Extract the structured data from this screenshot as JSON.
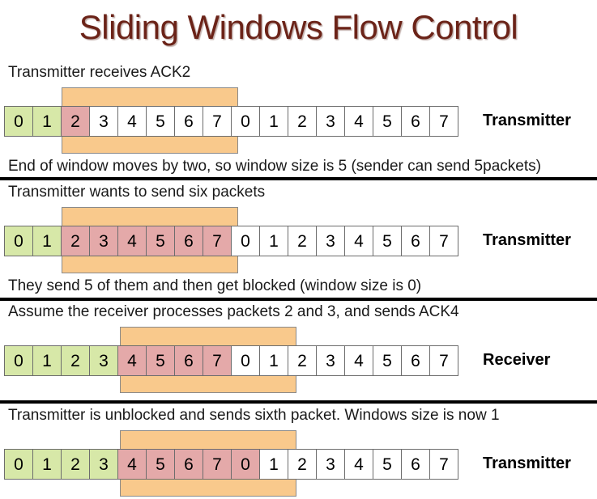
{
  "title": "Sliding Windows Flow Control",
  "theme": {
    "title_color": "#6b2318",
    "cell_green": "#d7e8a8",
    "cell_pink": "#e4a9a9",
    "cell_white": "#ffffff",
    "window_orange": "#f9c98c",
    "cell_border": "#6d6d6d",
    "rule_color": "#000000"
  },
  "sections": [
    {
      "id": "section-1",
      "caption_top": "Transmitter receives ACK2",
      "caption_bottom": "End of window moves by two, so window size is 5 (sender can send 5packets)",
      "role_label": "Transmitter",
      "window": {
        "start_index": 2,
        "span": 6
      },
      "cells": [
        {
          "label": "0",
          "fill": "green"
        },
        {
          "label": "1",
          "fill": "green"
        },
        {
          "label": "2",
          "fill": "pink"
        },
        {
          "label": "3",
          "fill": "white"
        },
        {
          "label": "4",
          "fill": "white"
        },
        {
          "label": "5",
          "fill": "white"
        },
        {
          "label": "6",
          "fill": "white"
        },
        {
          "label": "7",
          "fill": "white"
        },
        {
          "label": "0",
          "fill": "white"
        },
        {
          "label": "1",
          "fill": "white"
        },
        {
          "label": "2",
          "fill": "white"
        },
        {
          "label": "3",
          "fill": "white"
        },
        {
          "label": "4",
          "fill": "white"
        },
        {
          "label": "5",
          "fill": "white"
        },
        {
          "label": "6",
          "fill": "white"
        },
        {
          "label": "7",
          "fill": "white"
        }
      ]
    },
    {
      "id": "section-2",
      "caption_top": "Transmitter wants to send six packets",
      "caption_bottom": "They send 5 of them and then get blocked (window size is 0)",
      "role_label": "Transmitter",
      "window": {
        "start_index": 2,
        "span": 6
      },
      "cells": [
        {
          "label": "0",
          "fill": "green"
        },
        {
          "label": "1",
          "fill": "green"
        },
        {
          "label": "2",
          "fill": "pink"
        },
        {
          "label": "3",
          "fill": "pink"
        },
        {
          "label": "4",
          "fill": "pink"
        },
        {
          "label": "5",
          "fill": "pink"
        },
        {
          "label": "6",
          "fill": "pink"
        },
        {
          "label": "7",
          "fill": "pink"
        },
        {
          "label": "0",
          "fill": "white"
        },
        {
          "label": "1",
          "fill": "white"
        },
        {
          "label": "2",
          "fill": "white"
        },
        {
          "label": "3",
          "fill": "white"
        },
        {
          "label": "4",
          "fill": "white"
        },
        {
          "label": "5",
          "fill": "white"
        },
        {
          "label": "6",
          "fill": "white"
        },
        {
          "label": "7",
          "fill": "white"
        }
      ]
    },
    {
      "id": "section-3",
      "caption_top": "Assume the receiver processes packets 2 and 3, and sends ACK4",
      "caption_bottom": "",
      "role_label": "Receiver",
      "window": {
        "start_index": 4,
        "span": 6
      },
      "cells": [
        {
          "label": "0",
          "fill": "green"
        },
        {
          "label": "1",
          "fill": "green"
        },
        {
          "label": "2",
          "fill": "green"
        },
        {
          "label": "3",
          "fill": "green"
        },
        {
          "label": "4",
          "fill": "pink"
        },
        {
          "label": "5",
          "fill": "pink"
        },
        {
          "label": "6",
          "fill": "pink"
        },
        {
          "label": "7",
          "fill": "pink"
        },
        {
          "label": "0",
          "fill": "white"
        },
        {
          "label": "1",
          "fill": "white"
        },
        {
          "label": "2",
          "fill": "white"
        },
        {
          "label": "3",
          "fill": "white"
        },
        {
          "label": "4",
          "fill": "white"
        },
        {
          "label": "5",
          "fill": "white"
        },
        {
          "label": "6",
          "fill": "white"
        },
        {
          "label": "7",
          "fill": "white"
        }
      ]
    },
    {
      "id": "section-4",
      "caption_top": "Transmitter is unblocked and sends sixth packet. Windows size is now 1",
      "caption_bottom": "",
      "role_label": "Transmitter",
      "window": {
        "start_index": 4,
        "span": 6
      },
      "cells": [
        {
          "label": "0",
          "fill": "green"
        },
        {
          "label": "1",
          "fill": "green"
        },
        {
          "label": "2",
          "fill": "green"
        },
        {
          "label": "3",
          "fill": "green"
        },
        {
          "label": "4",
          "fill": "pink"
        },
        {
          "label": "5",
          "fill": "pink"
        },
        {
          "label": "6",
          "fill": "pink"
        },
        {
          "label": "7",
          "fill": "pink"
        },
        {
          "label": "0",
          "fill": "pink"
        },
        {
          "label": "1",
          "fill": "white"
        },
        {
          "label": "2",
          "fill": "white"
        },
        {
          "label": "3",
          "fill": "white"
        },
        {
          "label": "4",
          "fill": "white"
        },
        {
          "label": "5",
          "fill": "white"
        },
        {
          "label": "6",
          "fill": "white"
        },
        {
          "label": "7",
          "fill": "white"
        }
      ]
    }
  ]
}
